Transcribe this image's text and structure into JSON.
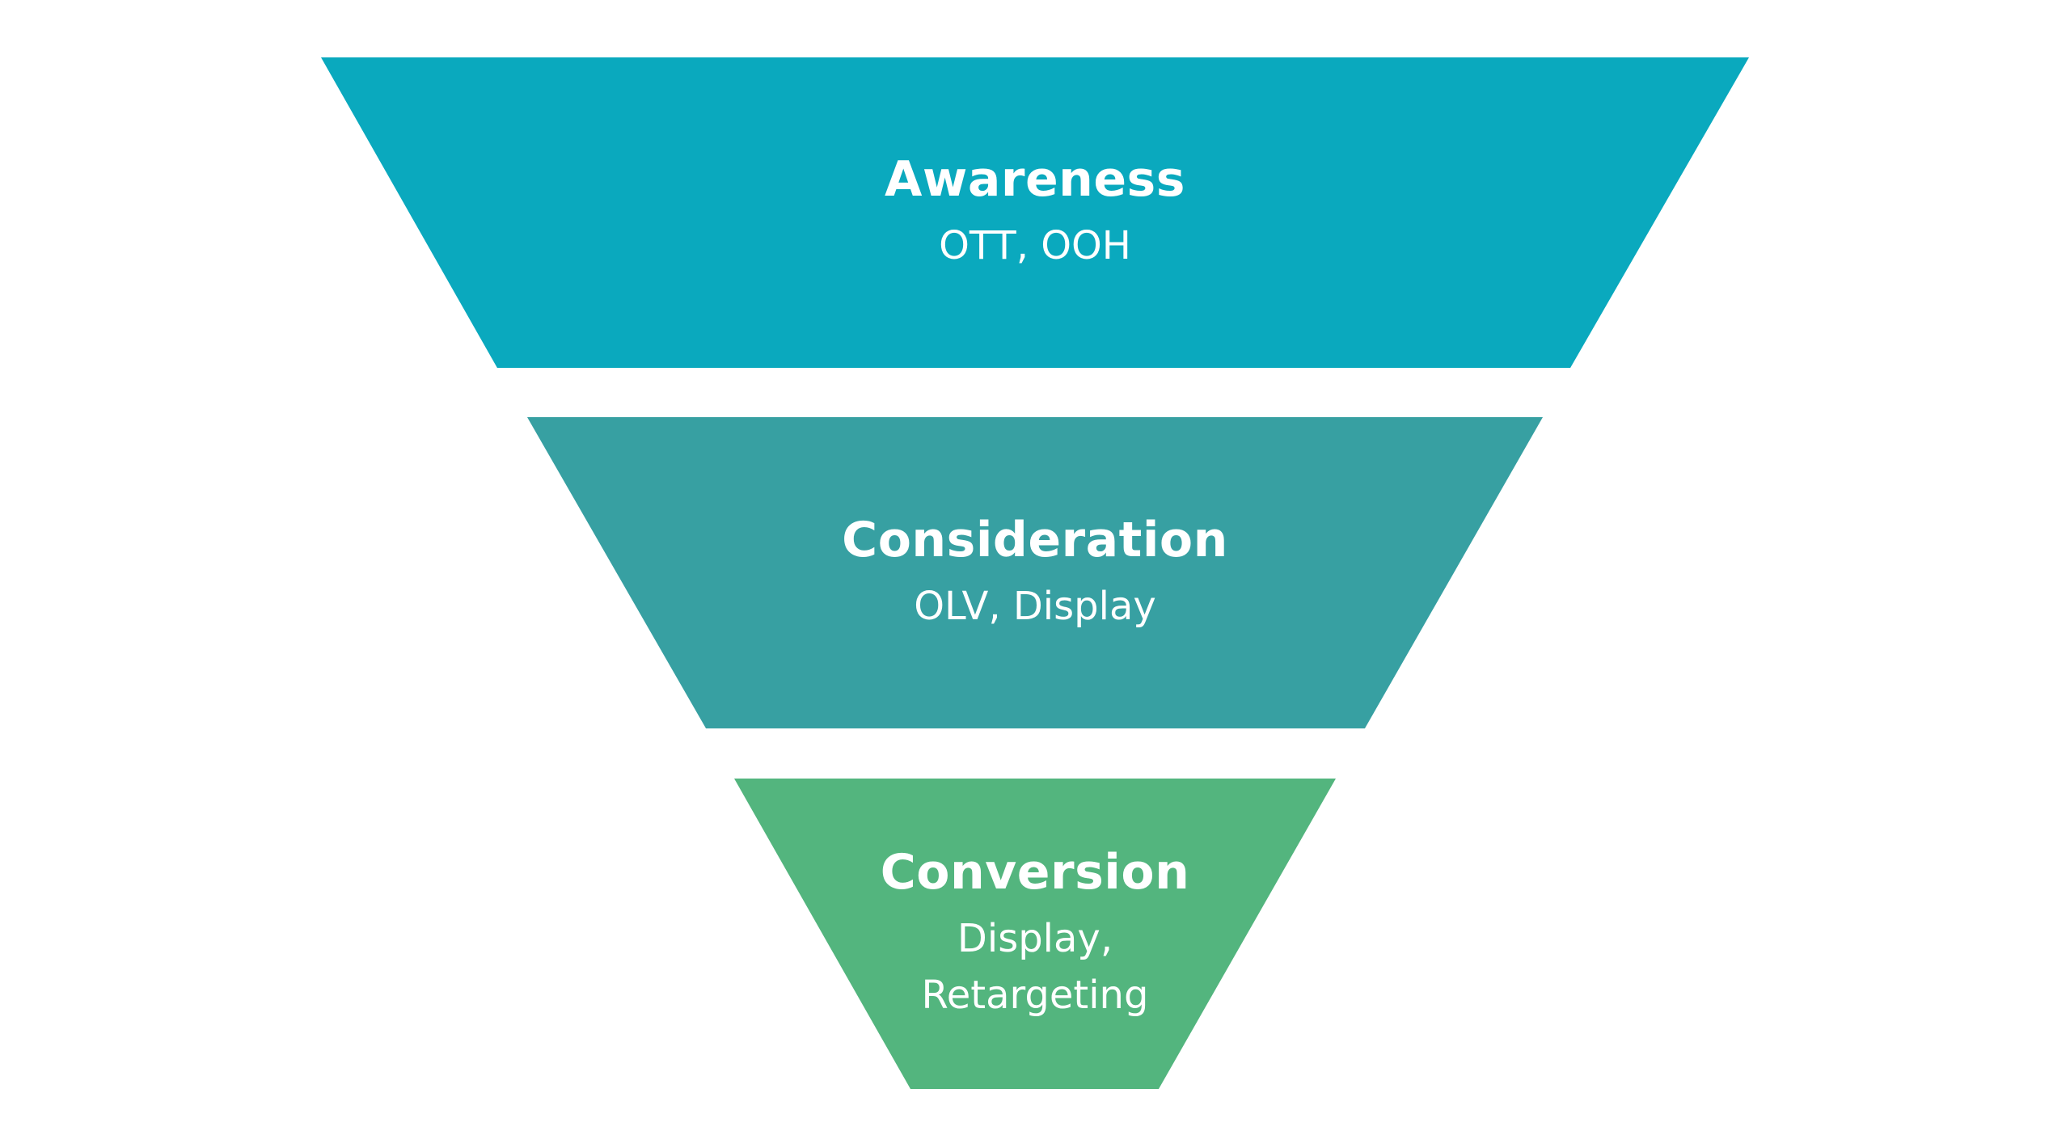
{
  "funnel": {
    "background_color": "#FFFFFF",
    "text_color": "#FFFFFF",
    "stages": [
      {
        "label": "Awareness",
        "channels": "OTT, OOH",
        "color": "#0AA9BE"
      },
      {
        "label": "Consideration",
        "channels": "OLV, Display",
        "color": "#37A0A2"
      },
      {
        "label": "Conversion",
        "channels": "Display,\nRetargeting",
        "color": "#53B57E"
      }
    ]
  }
}
